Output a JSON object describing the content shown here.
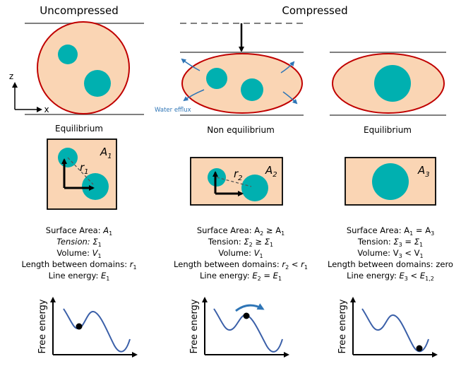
{
  "headers": {
    "left": "Uncompressed",
    "right": "Compressed"
  },
  "axes_glyph": {
    "z": "z",
    "x": "x"
  },
  "states": [
    "Equilibrium",
    "Non equilibrium",
    "Equilibrium"
  ],
  "efflux_label": "Water efflux",
  "panels": [
    {
      "A_main": "A",
      "A_sub": "1",
      "r_main": "r",
      "r_sub": "1"
    },
    {
      "A_main": "A",
      "A_sub": "2",
      "r_main": "r",
      "r_sub": "2"
    },
    {
      "A_main": "A",
      "A_sub": "3"
    }
  ],
  "columns": [
    {
      "surface": {
        "label": "Surface Area: ",
        "value": "A",
        "sub": "1"
      },
      "tension": {
        "label": "Tension: ",
        "value": "Σ",
        "sub": "1"
      },
      "volume": {
        "label": "Volume: ",
        "value": "V",
        "sub": "1"
      },
      "length": {
        "label": "Length between domains: ",
        "value": "r",
        "sub": "1"
      },
      "line_energy": {
        "label": "Line energy: ",
        "value": "E",
        "sub": "1"
      }
    },
    {
      "surface": {
        "label": "Surface Area: ",
        "a": "A",
        "a_sub": "2",
        "op": " ≥ ",
        "b": "A",
        "b_sub": "1"
      },
      "tension": {
        "label": "Tension: ",
        "a": "Σ",
        "a_sub": "2",
        "op": " ≥ ",
        "b": "Σ",
        "b_sub": "1"
      },
      "volume": {
        "label": "Volume: ",
        "value": "V",
        "sub": "1"
      },
      "length": {
        "label": "Length between domains: ",
        "a": "r",
        "a_sub": "2",
        "op": " < ",
        "b": "r",
        "b_sub": "1"
      },
      "line_energy": {
        "label": "Line energy: ",
        "a": "E",
        "a_sub": "2",
        "op": " = ",
        "b": "E",
        "b_sub": "1"
      }
    },
    {
      "surface": {
        "label": "Surface Area: ",
        "a": "A",
        "a_sub": "1",
        "op": " = ",
        "b": "A",
        "b_sub": "3"
      },
      "tension": {
        "label": "Tension: ",
        "a": "Σ",
        "a_sub": "3",
        "op": " = ",
        "b": "Σ",
        "b_sub": "1"
      },
      "volume": {
        "label": "Volume: ",
        "a": "V",
        "a_sub": "3",
        "op": " < ",
        "b": "V",
        "b_sub": "1"
      },
      "length": {
        "label": "Length between domains: ",
        "value_plain": "zero"
      },
      "line_energy": {
        "label": "Line energy: ",
        "a": "E",
        "a_sub": "3",
        "op": " < ",
        "b": "E",
        "b_sub": "1,2"
      }
    }
  ],
  "energy_axis_label": "Free energy",
  "colors": {
    "cell_fill": "#fad5b4",
    "cell_edge": "#c00000",
    "domain": "#00b0b0",
    "arrow_blue": "#2e75b6",
    "plate": "#7f7f7f",
    "curve": "#3a5fa8"
  }
}
